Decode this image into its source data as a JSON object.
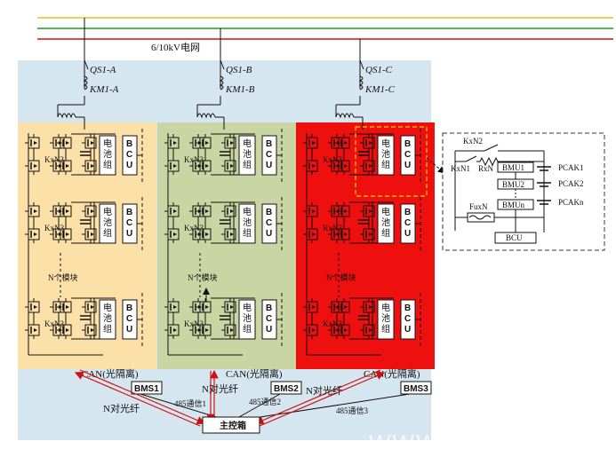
{
  "grid_label": "6/10kV电网",
  "branches": [
    {
      "qs": "QS1-A",
      "km": "KM1-A",
      "bg": "#fbe0a8"
    },
    {
      "qs": "QS1-B",
      "km": "KM1-B",
      "bg": "#c9d6a3"
    },
    {
      "qs": "QS1-C",
      "km": "KM1-C",
      "bg": "#ee0f0f"
    }
  ],
  "module_knn": "KxN3",
  "battery_label": "电池组",
  "bcu_label": "BCU",
  "n_modules": "N个模块",
  "can_label": "CAN(光隔离)",
  "bms": [
    "BMS1",
    "BMS2",
    "BMS3"
  ],
  "fiber_label": "N对光纤",
  "rs485": [
    "485通信1",
    "485通信2",
    "485通信3"
  ],
  "main_box": "主控箱",
  "detail": {
    "k2": "KxN2",
    "k1": "KxN1",
    "r": "RxN",
    "fu": "FuxN",
    "bmu": [
      "BMU1",
      "BMU2",
      "BMUn"
    ],
    "pcak": [
      "PCAK1",
      "PCAK2",
      "PCAKn"
    ],
    "bcu": "BCU"
  },
  "watermark": "WWW.",
  "colors": {
    "bg_blue": "#d6e6f0",
    "line_yellow": "#e8c020",
    "line_green": "#1a9a2a",
    "line_red": "#d01010",
    "arrow_red": "#d01010"
  }
}
